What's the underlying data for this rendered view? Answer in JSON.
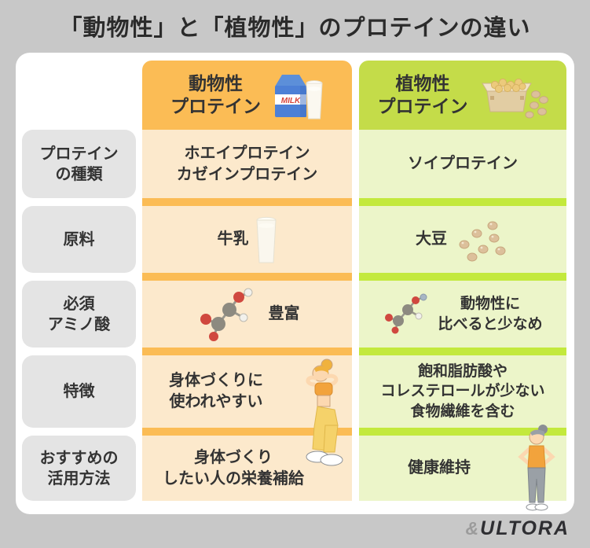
{
  "page": {
    "title": "「動物性」と「植物性」のプロテインの違い"
  },
  "colors": {
    "page_background": "#c8c8c8",
    "card_background": "#ffffff",
    "animal_header": "#fbbc55",
    "animal_cell": "#fce9cc",
    "animal_divider": "#fbbc55",
    "plant_header": "#c4dc49",
    "plant_cell": "#ecf5c9",
    "plant_divider": "#c3e93d",
    "label_background": "#e4e4e4",
    "text": "#333333"
  },
  "table": {
    "row_labels": [
      "プロテイン\nの種類",
      "原料",
      "必須\nアミノ酸",
      "特徴",
      "おすすめの\n活用方法"
    ],
    "animal": {
      "header": "動物性\nプロテイン",
      "header_icon": "milk-carton-and-glass-icon",
      "milk_label": "MILK",
      "cells": [
        {
          "text": "ホエイプロテイン\nカゼインプロテイン"
        },
        {
          "text": "牛乳",
          "icon": "milk-glass-icon"
        },
        {
          "text": "豊富",
          "icon": "amino-molecule-icon"
        },
        {
          "text": "身体づくりに\n使われやすい",
          "icon": "squatting-woman-icon"
        },
        {
          "text": "身体づくり\nしたい人の栄養補給"
        }
      ]
    },
    "plant": {
      "header": "植物性\nプロテイン",
      "header_icon": "soybean-box-icon",
      "cells": [
        {
          "text": "ソイプロテイン"
        },
        {
          "text": "大豆",
          "icon": "soybeans-icon"
        },
        {
          "text": "動物性に\n比べると少なめ",
          "icon": "amino-molecule-icon"
        },
        {
          "text": "飽和脂肪酸や\nコレステロールが少ない\n食物繊維を含む"
        },
        {
          "text": "健康維持",
          "icon": "standing-woman-icon"
        }
      ]
    }
  },
  "logo": {
    "amp": "&",
    "name": "ULTORA"
  }
}
